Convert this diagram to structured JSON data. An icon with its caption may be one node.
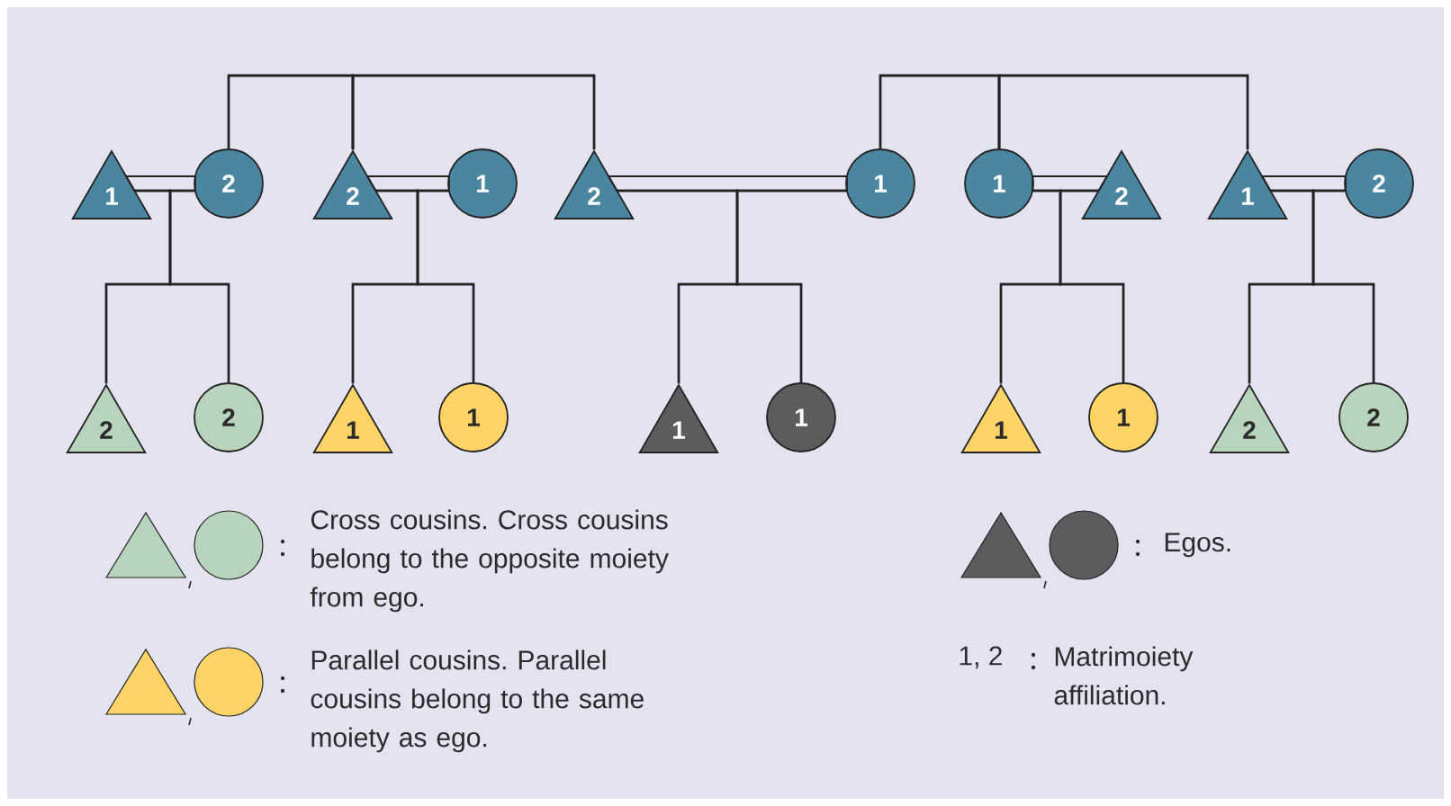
{
  "diagram": {
    "nodes": [
      {
        "text": [
          "1"
        ]
      },
      {
        "text": [
          "2"
        ]
      },
      {
        "text": [
          "2"
        ]
      },
      {
        "text": [
          "1"
        ]
      },
      {
        "text": [
          "2"
        ]
      },
      {
        "text": [
          "1"
        ]
      },
      {
        "text": [
          "1"
        ]
      },
      {
        "text": [
          "2"
        ]
      },
      {
        "text": [
          "1"
        ]
      },
      {
        "text": [
          "2"
        ]
      },
      {
        "text": [
          "2"
        ]
      },
      {
        "text": [
          "2"
        ]
      },
      {
        "text": [
          "1"
        ]
      },
      {
        "text": [
          "1"
        ]
      },
      {
        "text": [
          "1"
        ]
      },
      {
        "text": [
          "1"
        ]
      },
      {
        "text": [
          "1"
        ]
      },
      {
        "text": [
          "1"
        ]
      },
      {
        "text": [
          "2"
        ]
      },
      {
        "text": [
          "2"
        ]
      }
    ],
    "edges": [
      {
        "from": 0,
        "to": 1,
        "arrow": "none"
      },
      {
        "from": 2,
        "to": 3,
        "arrow": "none"
      },
      {
        "from": 4,
        "to": 5,
        "arrow": "none"
      },
      {
        "from": 6,
        "to": 7,
        "arrow": "none"
      },
      {
        "from": 8,
        "to": 9,
        "arrow": "none"
      },
      {
        "from": 1,
        "to": 2,
        "arrow": "none"
      },
      {
        "from": 2,
        "to": 4,
        "arrow": "none"
      },
      {
        "from": 5,
        "to": 6,
        "arrow": "none"
      },
      {
        "from": 6,
        "to": 8,
        "arrow": "none"
      },
      {
        "from": 0,
        "to": 10,
        "arrow": "none"
      },
      {
        "from": 1,
        "to": 10,
        "arrow": "none"
      },
      {
        "from": 0,
        "to": 11,
        "arrow": "none"
      },
      {
        "from": 1,
        "to": 11,
        "arrow": "none"
      },
      {
        "from": 2,
        "to": 12,
        "arrow": "none"
      },
      {
        "from": 3,
        "to": 12,
        "arrow": "none"
      },
      {
        "from": 2,
        "to": 13,
        "arrow": "none"
      },
      {
        "from": 3,
        "to": 13,
        "arrow": "none"
      },
      {
        "from": 4,
        "to": 14,
        "arrow": "none"
      },
      {
        "from": 5,
        "to": 14,
        "arrow": "none"
      },
      {
        "from": 4,
        "to": 15,
        "arrow": "none"
      },
      {
        "from": 5,
        "to": 15,
        "arrow": "none"
      },
      {
        "from": 6,
        "to": 16,
        "arrow": "none"
      },
      {
        "from": 7,
        "to": 16,
        "arrow": "none"
      },
      {
        "from": 6,
        "to": 17,
        "arrow": "none"
      },
      {
        "from": 7,
        "to": 17,
        "arrow": "none"
      },
      {
        "from": 8,
        "to": 18,
        "arrow": "none"
      },
      {
        "from": 9,
        "to": 18,
        "arrow": "none"
      },
      {
        "from": 8,
        "to": 19,
        "arrow": "none"
      },
      {
        "from": 9,
        "to": 19,
        "arrow": "none"
      }
    ],
    "labels": [
      "1, 2",
      "Matrimoiety affiliation."
    ],
    "legend": [
      {
        "text": "Cross cousins. Cross cousins belong to the opposite moiety from ego.",
        "color": "#b8d4bc"
      },
      {
        "text": "Parallel cousins. Parallel cousins belong to the same moiety as ego.",
        "color": "#ffd466"
      },
      {
        "text": "Egos.",
        "color": "#5c5c5e"
      }
    ]
  }
}
